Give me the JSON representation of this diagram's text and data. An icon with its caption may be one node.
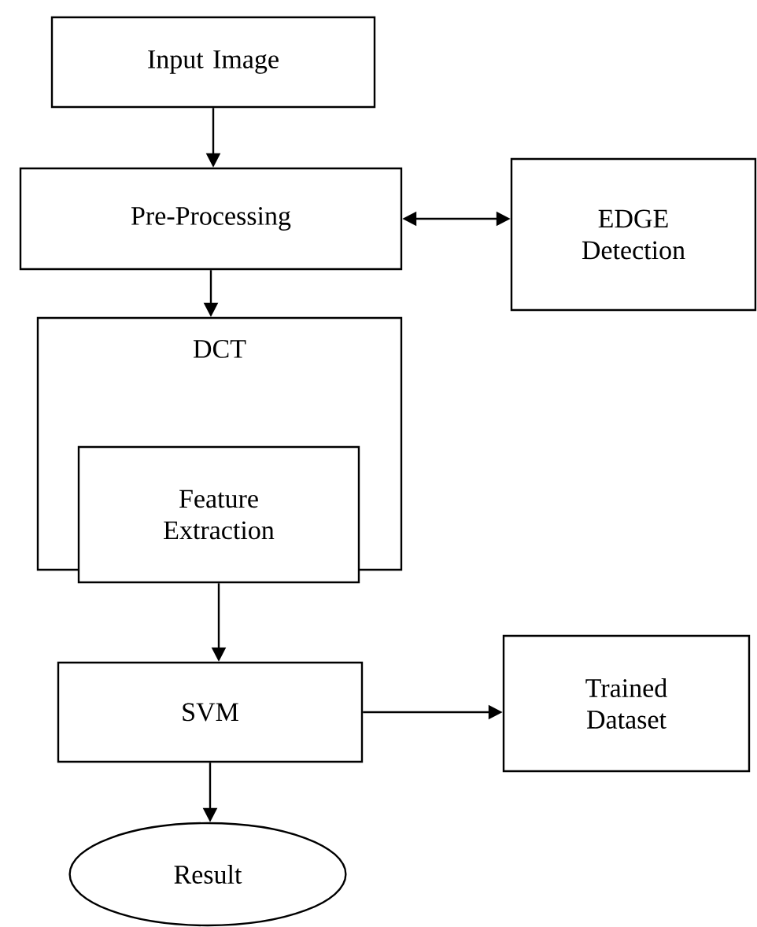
{
  "diagram": {
    "nodes": [
      {
        "text": [
          "Input Image"
        ]
      },
      {
        "text": [
          "Pre-Processing"
        ]
      },
      {
        "text": [
          "EDGE Detection"
        ]
      },
      {
        "text": [
          "DCT"
        ]
      },
      {
        "text": [
          "Feature Extraction"
        ],
        "in": 3
      },
      {
        "text": [
          "SVM"
        ]
      },
      {
        "text": [
          "Trained Dataset"
        ]
      },
      {
        "text": [
          "Result"
        ]
      }
    ],
    "edges": [
      {
        "from": 0,
        "to": 1,
        "arrow": "to"
      },
      {
        "from": 1,
        "to": 2,
        "arrow": "both"
      },
      {
        "from": 1,
        "to": 3,
        "arrow": "to"
      },
      {
        "from": 4,
        "to": 5,
        "arrow": "to"
      },
      {
        "from": 5,
        "to": 6,
        "arrow": "to"
      },
      {
        "from": 5,
        "to": 7,
        "arrow": "to"
      }
    ]
  }
}
